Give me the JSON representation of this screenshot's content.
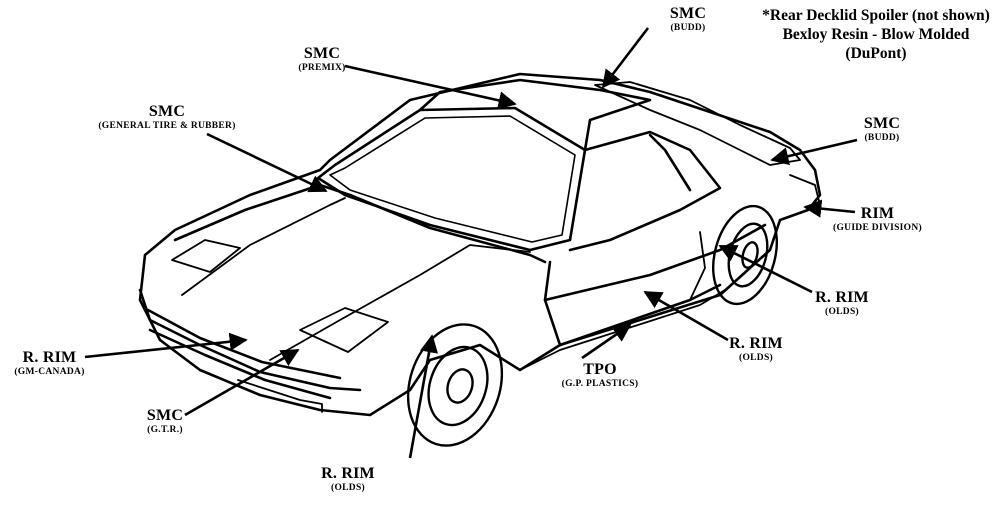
{
  "note": {
    "line1": "*Rear Decklid Spoiler (not shown)",
    "line2": "Bexloy Resin - Blow Molded",
    "line3": "(DuPont)"
  },
  "labels": [
    {
      "id": "roof",
      "material": "SMC",
      "source": "(BUDD)"
    },
    {
      "id": "hood-panel",
      "material": "SMC",
      "source": "(PREMIX)"
    },
    {
      "id": "hood",
      "material": "SMC",
      "source": "(GENERAL TIRE & RUBBER)"
    },
    {
      "id": "rear-quarter",
      "material": "SMC",
      "source": "(BUDD)"
    },
    {
      "id": "rear-fascia",
      "material": "RIM",
      "source": "(GUIDE DIVISION)"
    },
    {
      "id": "rear-fender",
      "material": "R. RIM",
      "source": "(OLDS)"
    },
    {
      "id": "door",
      "material": "R. RIM",
      "source": "(OLDS)"
    },
    {
      "id": "rocker",
      "material": "TPO",
      "source": "(G.P. PLASTICS)"
    },
    {
      "id": "front-fender",
      "material": "R. RIM",
      "source": "(OLDS)"
    },
    {
      "id": "front-fascia-lower",
      "material": "SMC",
      "source": "(G.T.R.)"
    },
    {
      "id": "front-fascia",
      "material": "R. RIM",
      "source": "(GM-CANADA)"
    }
  ]
}
